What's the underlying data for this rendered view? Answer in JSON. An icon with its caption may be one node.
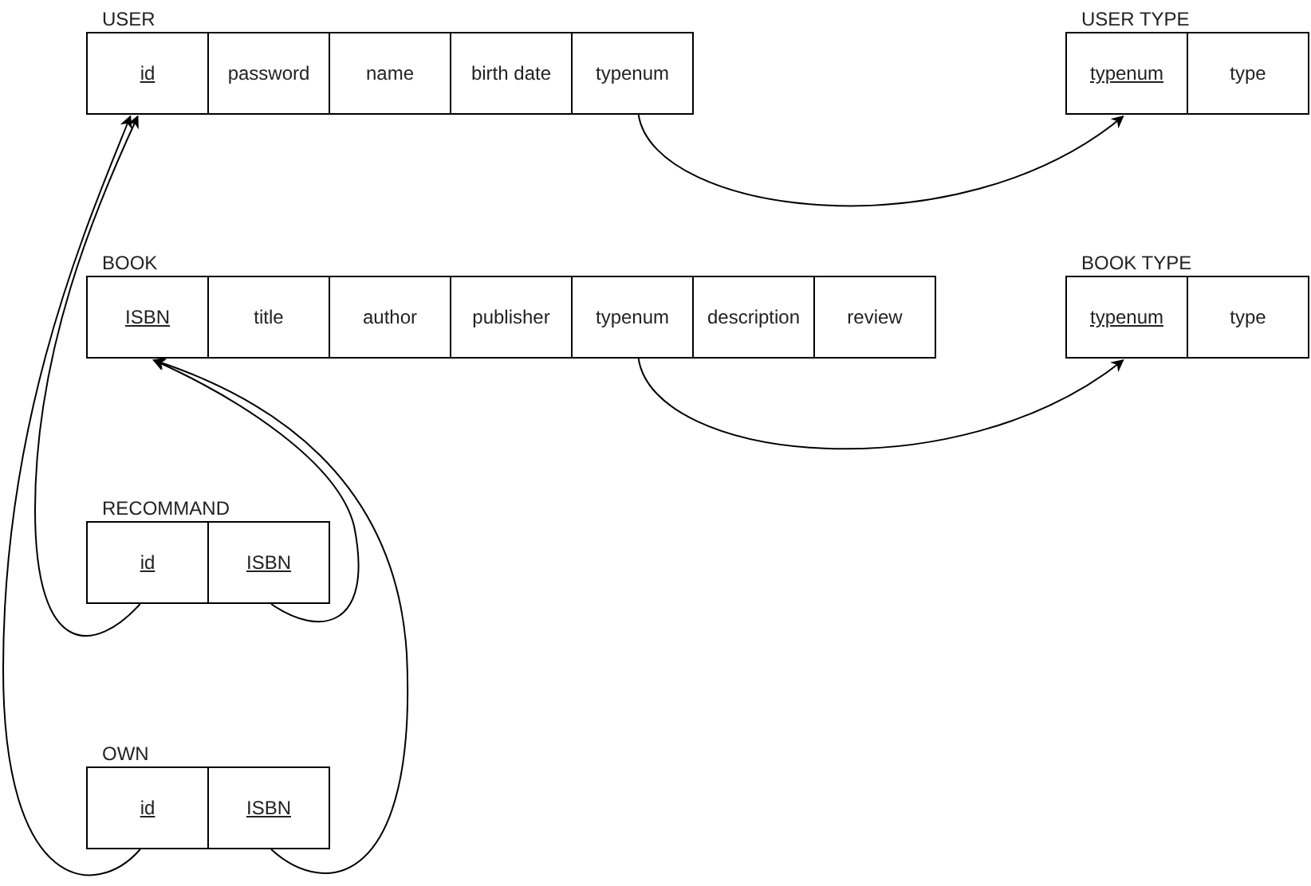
{
  "diagram": {
    "nodes": [
      {
        "text": [
          "USER"
        ]
      },
      {
        "text": [
          "id"
        ],
        "in": 0
      },
      {
        "text": [
          "password"
        ],
        "in": 0
      },
      {
        "text": [
          "name"
        ],
        "in": 0
      },
      {
        "text": [
          "birth date"
        ],
        "in": 0
      },
      {
        "text": [
          "typenum"
        ],
        "in": 0
      },
      {
        "text": [
          "USER TYPE"
        ]
      },
      {
        "text": [
          "typenum"
        ],
        "in": 6
      },
      {
        "text": [
          "type"
        ],
        "in": 6
      },
      {
        "text": [
          "BOOK"
        ]
      },
      {
        "text": [
          "ISBN"
        ],
        "in": 9
      },
      {
        "text": [
          "title"
        ],
        "in": 9
      },
      {
        "text": [
          "author"
        ],
        "in": 9
      },
      {
        "text": [
          "publisher"
        ],
        "in": 9
      },
      {
        "text": [
          "typenum"
        ],
        "in": 9
      },
      {
        "text": [
          "description"
        ],
        "in": 9
      },
      {
        "text": [
          "review"
        ],
        "in": 9
      },
      {
        "text": [
          "BOOK TYPE"
        ]
      },
      {
        "text": [
          "typenum"
        ],
        "in": 17
      },
      {
        "text": [
          "type"
        ],
        "in": 17
      },
      {
        "text": [
          "RECOMMAND"
        ]
      },
      {
        "text": [
          "id"
        ],
        "in": 20
      },
      {
        "text": [
          "ISBN"
        ],
        "in": 20
      },
      {
        "text": [
          "OWN"
        ]
      },
      {
        "text": [
          "id"
        ],
        "in": 23
      },
      {
        "text": [
          "ISBN"
        ],
        "in": 23
      }
    ],
    "edges": [
      {
        "from": 5,
        "to": 7,
        "arrow": "to"
      },
      {
        "from": 14,
        "to": 18,
        "arrow": "to"
      },
      {
        "from": 21,
        "to": 1,
        "arrow": "to"
      },
      {
        "from": 22,
        "to": 10,
        "arrow": "to"
      },
      {
        "from": 24,
        "to": 1,
        "arrow": "to"
      },
      {
        "from": 25,
        "to": 10,
        "arrow": "to"
      }
    ]
  }
}
